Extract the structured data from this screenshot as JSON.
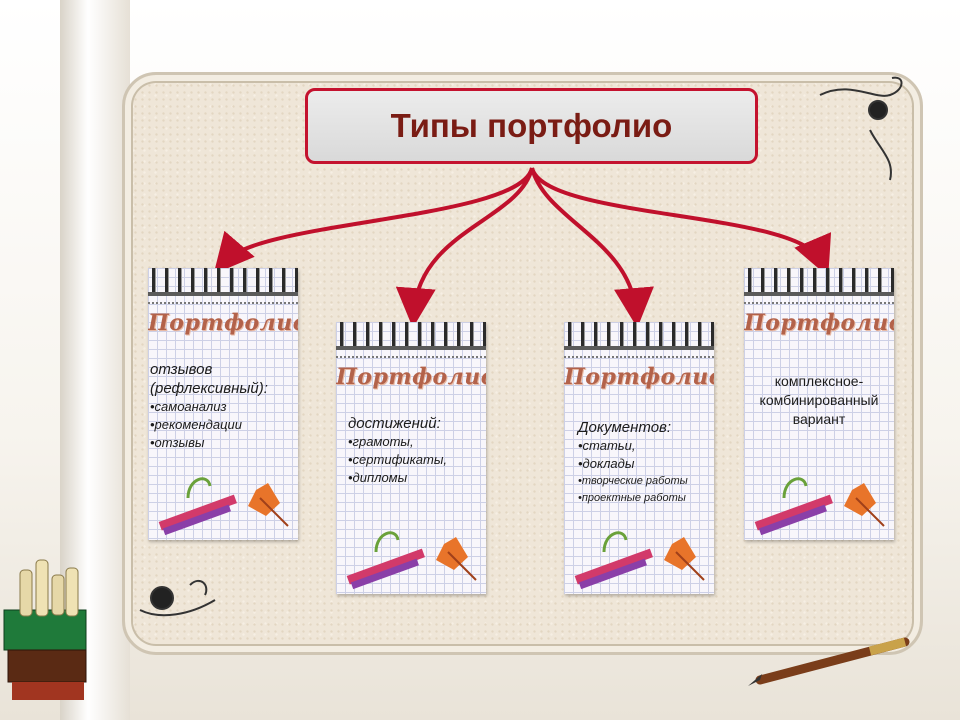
{
  "title": "Типы портфолио",
  "pad_title": "Портфолио",
  "pads": [
    {
      "heading": "отзывов (рефлексивный):",
      "items": [
        "•самоанализ",
        "•рекомендации",
        "•отзывы"
      ]
    },
    {
      "heading": "достижений:",
      "items": [
        "•грамоты,",
        "•сертификаты,",
        "•дипломы"
      ]
    },
    {
      "heading": "Документов:",
      "items": [
        "•статьи,",
        "•доклады",
        "•творческие работы",
        "•проектные работы"
      ]
    },
    {
      "heading": "комплексное-комбинированный вариант",
      "items": []
    }
  ],
  "colors": {
    "title_border": "#c4122e",
    "title_text": "#7a1c14",
    "arrow": "#c0102c"
  }
}
